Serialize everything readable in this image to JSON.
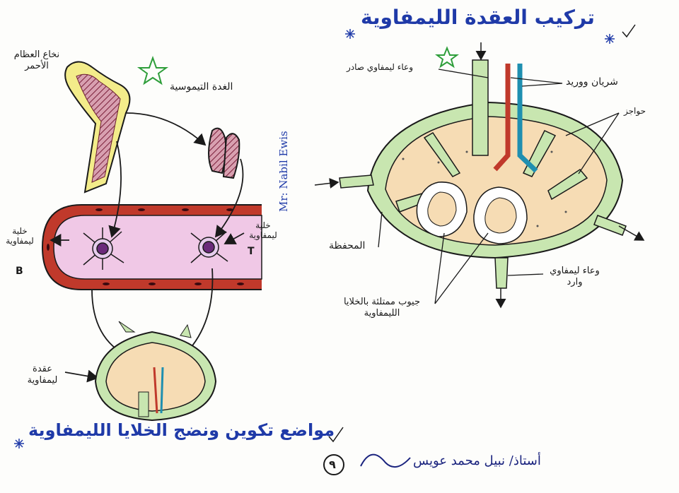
{
  "titles": {
    "lymph_node_structure": "تركيب العقدة الليمفاوية",
    "formation_sites": "مواضع تكوين ونضج الخلايا الليمفاوية"
  },
  "labels": {
    "bone_marrow": "نخاع العظام الأحمر",
    "thymus": "الغدة التيموسية",
    "b_cell": "خلية ليمفاوية",
    "b_letter": "B",
    "t_cell": "خلية ليمفاوية",
    "t_letter": "T",
    "lymph_node_small": "عقدة ليمفاوية",
    "efferent_vessel": "وعاء ليمفاوي صادر",
    "artery_vein": "شريان ووريد",
    "septa": "حواجز",
    "capsule": "المحفظة",
    "afferent_vessel": "وعاء ليمفاوي وارد",
    "nodules": "جيوب ممتلئة بالخلايا الليمفاوية"
  },
  "author_vertical": "Mr: Nabil Ewis",
  "signature": "أستاذ/ نبيل محمد عويس",
  "page_number": "٩",
  "colors": {
    "title_blue": "#1f3aa8",
    "node_green": "#c8e6b0",
    "node_beige": "#f6dcb4",
    "vessel_red": "#c0392b",
    "vessel_pink": "#f0c8e6",
    "vein_blue": "#1f8fb0",
    "star_green": "#2e9e3a"
  }
}
